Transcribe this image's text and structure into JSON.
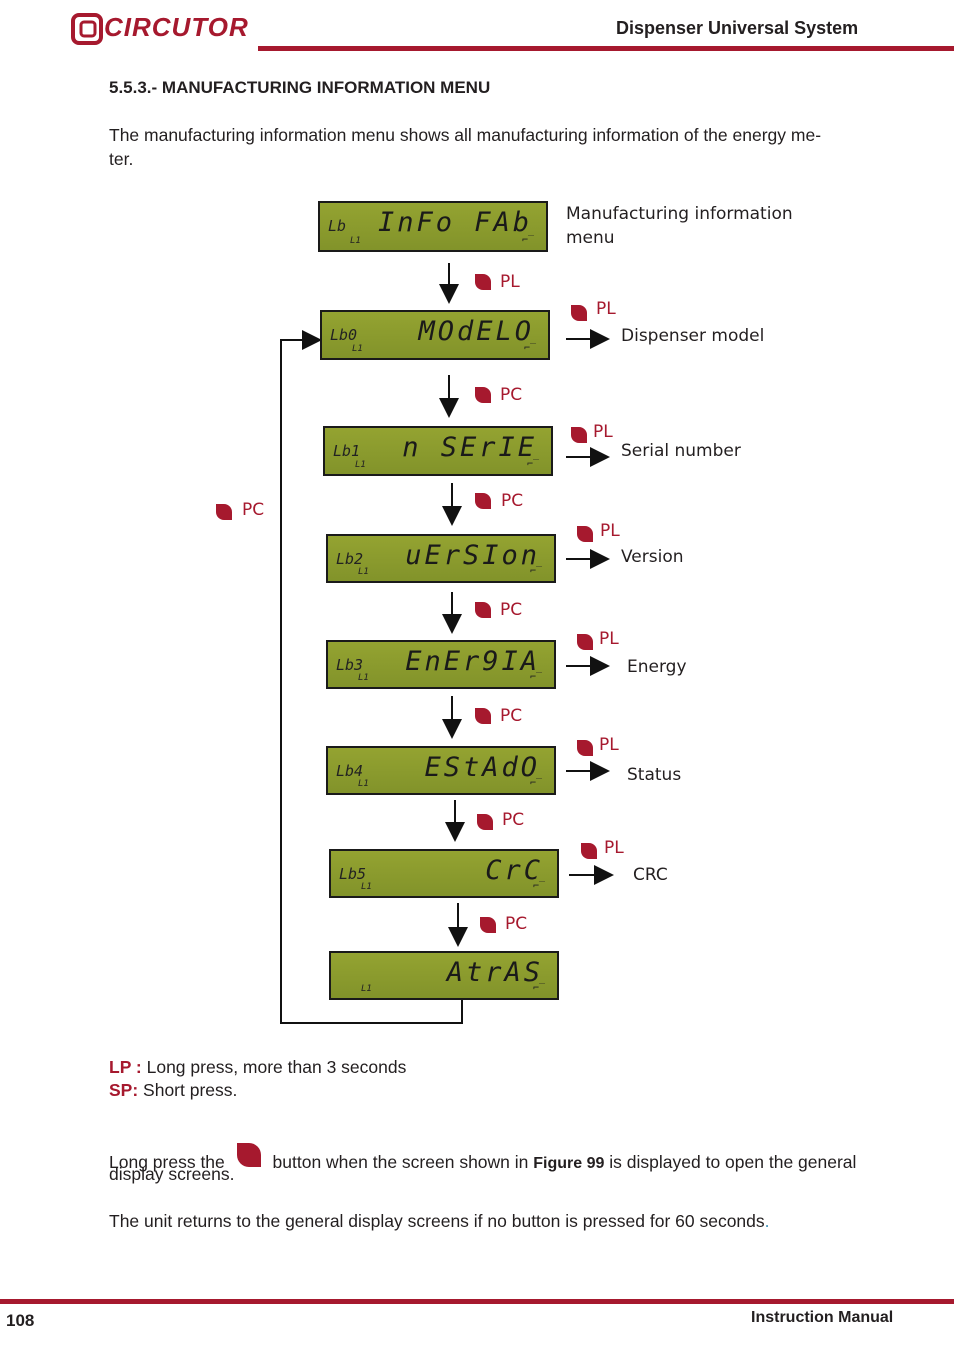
{
  "header": {
    "logo_text": "CIRCUTOR",
    "title": "Dispenser Universal System"
  },
  "section": {
    "title": "5.5.3.- MANUFACTURING INFORMATION MENU",
    "intro_line1": "The manufacturing information menu shows all manufacturing information of the energy me-",
    "intro_line2": "ter."
  },
  "diagram": {
    "screens": [
      {
        "code": "Lb",
        "sub": "L1",
        "main": "InFo FAb",
        "side_label": "Manufacturing information",
        "side_label2": "menu"
      },
      {
        "code": "Lb0",
        "sub": "L1",
        "main": "MOdELO",
        "button": "PL",
        "side_label": "Dispenser model"
      },
      {
        "code": "Lb1",
        "sub": "L1",
        "main": "n SErIE",
        "button": "PL",
        "side_label": "Serial number"
      },
      {
        "code": "Lb2",
        "sub": "L1",
        "main": "uErSIon",
        "button": "PL",
        "side_label": "Version"
      },
      {
        "code": "Lb3",
        "sub": "L1",
        "main": "EnEr9IA",
        "button": "PL",
        "side_label": "Energy"
      },
      {
        "code": "Lb4",
        "sub": "L1",
        "main": "EStAdO",
        "button": "PL",
        "side_label": "Status"
      },
      {
        "code": "Lb5",
        "sub": "L1",
        "main": "CrC",
        "button": "PL",
        "side_label": "CRC"
      },
      {
        "code": "",
        "sub": "L1",
        "main": "AtrAS"
      }
    ],
    "down_buttons": [
      "PL",
      "PC",
      "PC",
      "PC",
      "PC",
      "PC",
      "PC"
    ],
    "loop_button": "PC",
    "switch_glyph": "⌐‾"
  },
  "legend": {
    "lp_key": "LP :",
    "lp_text": " Long press, more than 3 seconds",
    "sp_key": "SP:",
    "sp_text": " Short press."
  },
  "paragraphs": {
    "p1_before": "Long press the",
    "p1_after": "button when the screen shown in",
    "p1_figure": "Figure 99",
    "p1_end": "is displayed to open the general",
    "p1_line2": "display screens.",
    "p2": "The unit returns to the general display screens if no button is pressed for 60 seconds",
    "p2_dot": "."
  },
  "footer": {
    "page": "108",
    "title": "Instruction Manual"
  },
  "colors": {
    "accent": "#a6192e",
    "lcd": "#8a9a2a"
  }
}
